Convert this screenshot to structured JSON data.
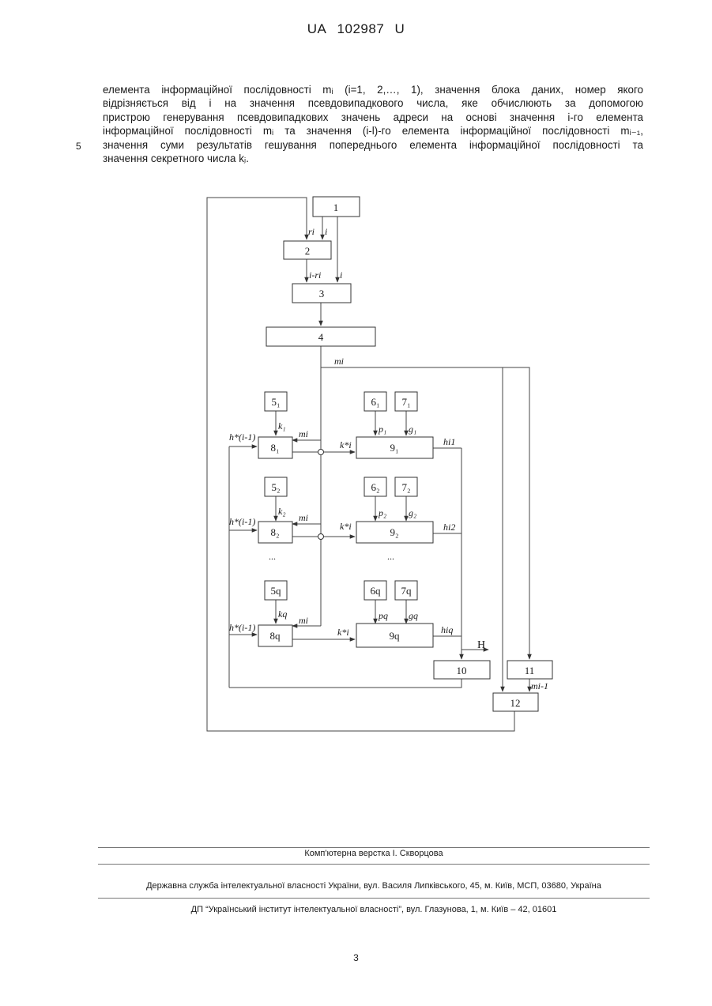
{
  "header": {
    "country": "UA",
    "number": "102987",
    "kind": "U"
  },
  "line_number": "5",
  "paragraph": [
    "елемента інформаційної послідовності mᵢ (i=1, 2,…, 1), значення блока даних, номер якого",
    "відрізняється від і на значення псевдовипадкового числа, яке обчислюють за допомогою",
    "пристрою генерування псевдовипадкових значень адреси на основі значення і-го елемента",
    "інформаційної послідовності mᵢ та значення (і-l)-го елемента інформаційної послідовності mᵢ₋₁,",
    "значення суми результатів гешування попереднього елемента інформаційної послідовності та",
    "значення секретного числа kⱼ."
  ],
  "diagram": {
    "blocks": {
      "b1": "1",
      "b2": "2",
      "b3": "3",
      "b4": "4",
      "b5_1": "5₁",
      "b6_1": "6₁",
      "b7_1": "7₁",
      "b8_1": "8₁",
      "b9_1": "9₁",
      "b5_2": "5₂",
      "b6_2": "6₂",
      "b7_2": "7₂",
      "b8_2": "8₂",
      "b9_2": "9₂",
      "b5_q": "5q",
      "b6_q": "6q",
      "b7_q": "7q",
      "b8_q": "8q",
      "b9_q": "9q",
      "b10": "10",
      "b11": "11",
      "b12": "12"
    },
    "signals": {
      "r_i": "ri",
      "i_top": "i",
      "i_minus_r": "i-ri",
      "i_mid": "i",
      "m_i_main": "mi",
      "k_1": "k₁",
      "p_1": "p₁",
      "g_1": "g₁",
      "m_i_1": "mi",
      "h_prev_1": "h*(i-1)",
      "k_star_1": "k*i",
      "h_i1": "hi1",
      "k_2": "k₂",
      "p_2": "p₂",
      "g_2": "g₂",
      "m_i_2": "mi",
      "h_prev_2": "h*(i-1)",
      "k_star_2": "k*i",
      "h_i2": "hi2",
      "k_q": "kq",
      "p_q": "pq",
      "g_q": "gq",
      "m_i_q": "mi",
      "h_prev_q": "h*(i-1)",
      "k_star_q": "k*i",
      "h_iq": "hiq",
      "H": "H",
      "m_prev": "mi-1",
      "dots_left": "...",
      "dots_right": "..."
    }
  },
  "footer": {
    "layout": "Комп'ютерна верстка І. Скворцова",
    "office": "Державна служба інтелектуальної власності України, вул. Василя Липківського, 45, м. Київ, МСП, 03680, Україна",
    "institute": "ДП “Український інститут інтелектуальної власності”, вул. Глазунова, 1, м. Київ – 42, 01601"
  },
  "page_number": "3"
}
